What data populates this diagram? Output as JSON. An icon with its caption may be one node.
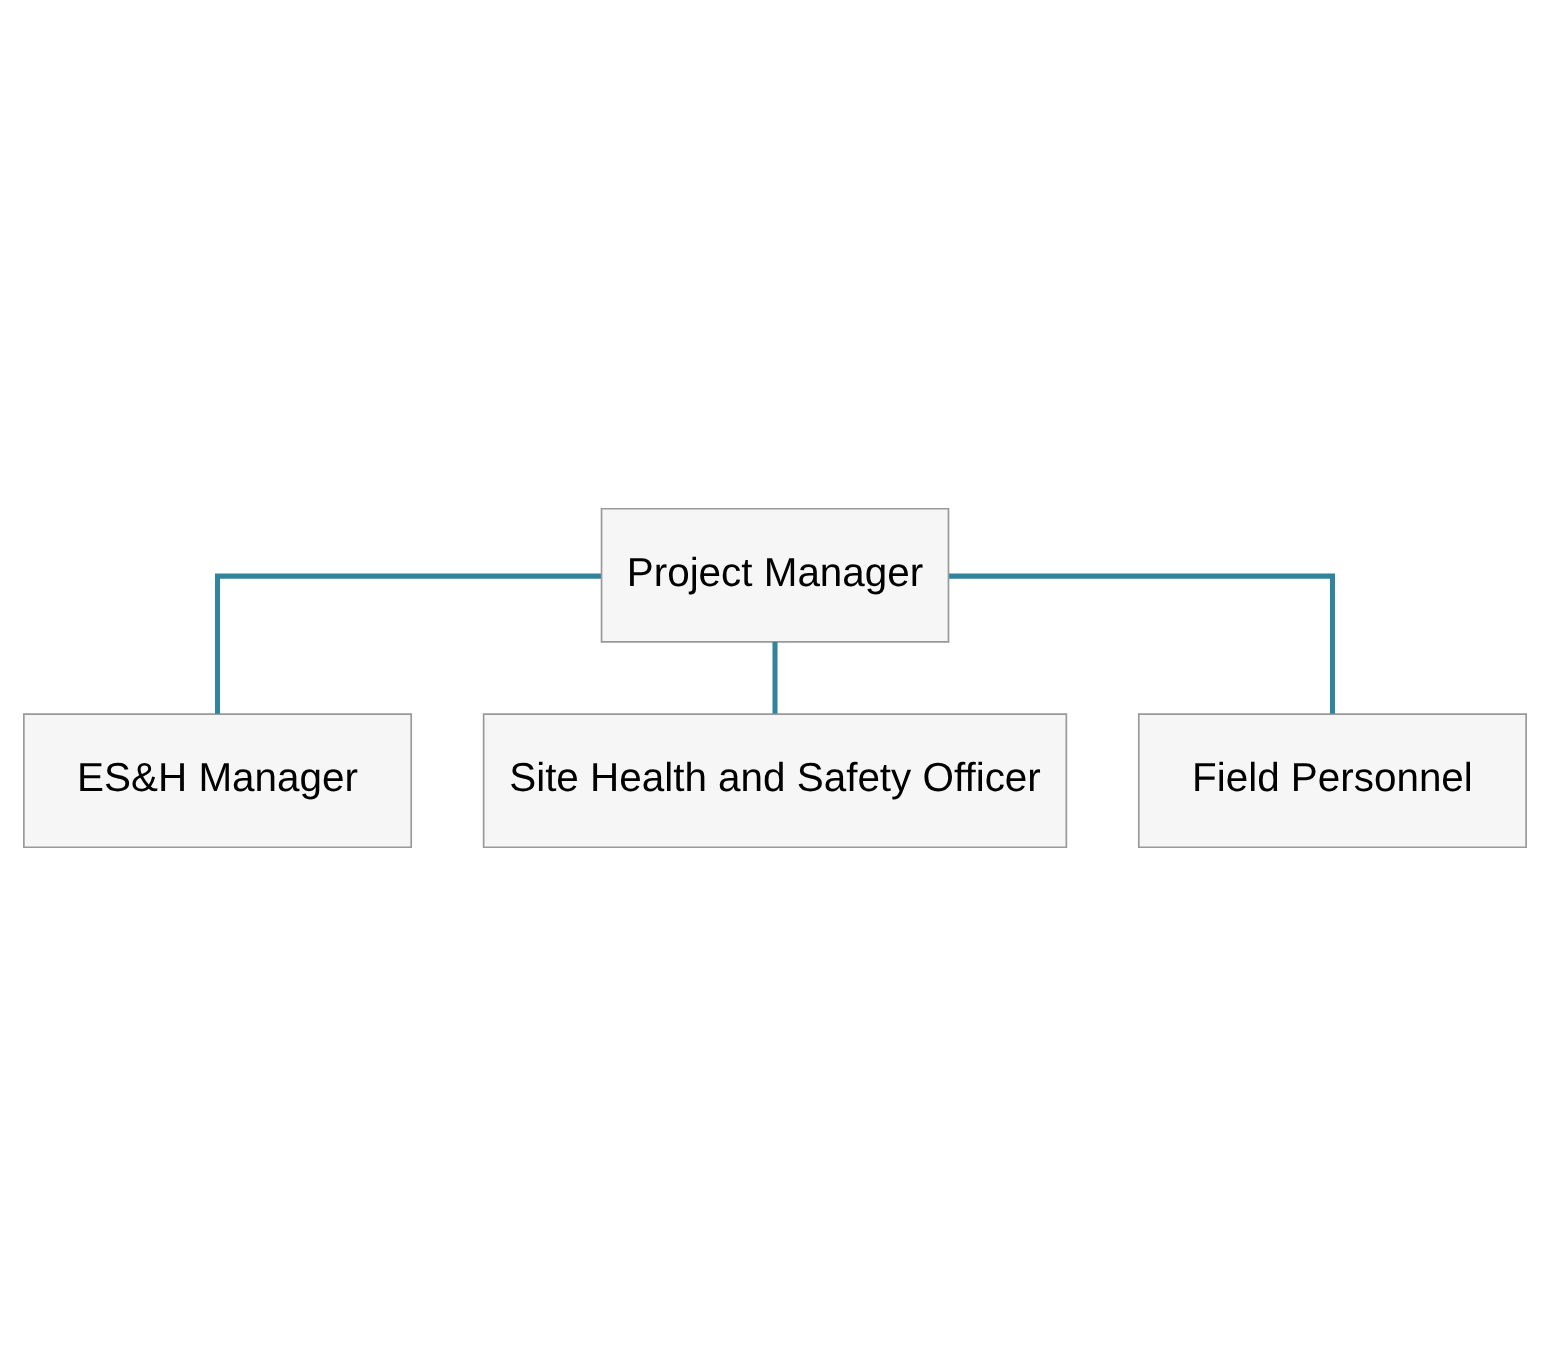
{
  "diagram": {
    "nodes": [
      {
        "text": [
          "Project Manager"
        ]
      },
      {
        "text": [
          "ES&H Manager"
        ]
      },
      {
        "text": [
          "Site Health and Safety Officer"
        ]
      },
      {
        "text": [
          "Field Personnel"
        ]
      }
    ],
    "edges": [
      {
        "from": 0,
        "to": 1,
        "arrow": "none"
      },
      {
        "from": 0,
        "to": 2,
        "arrow": "none"
      },
      {
        "from": 0,
        "to": 3,
        "arrow": "none"
      }
    ]
  }
}
